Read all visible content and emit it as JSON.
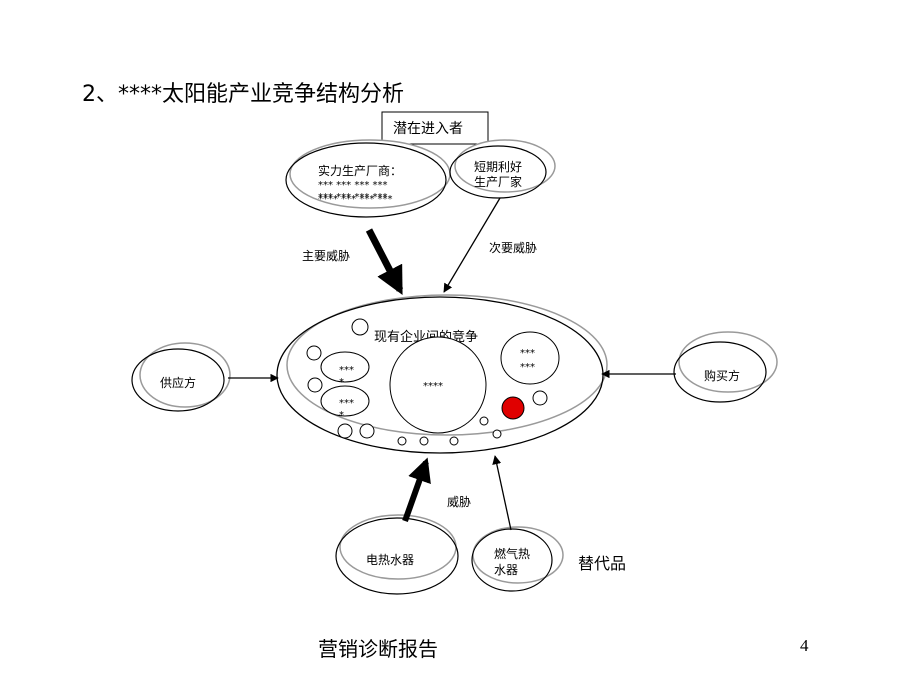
{
  "slide": {
    "title": "2、****太阳能产业竞争结构分析",
    "footer": "营销诊断报告",
    "page_number": "4"
  },
  "nodes": {
    "potential_entrants": "潜在进入者",
    "strong_manufacturers": {
      "label": "实力生产厂商：",
      "lines": [
        "*** *** *** ***",
        "*** ***  ***  ***",
        "**** *** ***  ***"
      ]
    },
    "short_term_producers": {
      "line1": "短期利好",
      "line2": "生产厂家"
    },
    "industry_competition": "现有企业间的竞争",
    "center": "****",
    "left_top": "***",
    "left_top_tail": "*",
    "left_bottom": "***",
    "left_bottom_tail": "*",
    "right_group": {
      "line1": "***",
      "line2": "***"
    },
    "supplier": "供应方",
    "buyer": "购买方",
    "electric_heater": "电热水器",
    "gas_heater": {
      "line1": "燃气热",
      "line2": "水器"
    },
    "substitutes": "替代品"
  },
  "labels": {
    "main_threat": "主要威胁",
    "secondary_threat": "次要威胁",
    "threat": "威胁"
  },
  "colors": {
    "highlight": "#e00000",
    "shadow_stroke": "#9a9a9a"
  }
}
